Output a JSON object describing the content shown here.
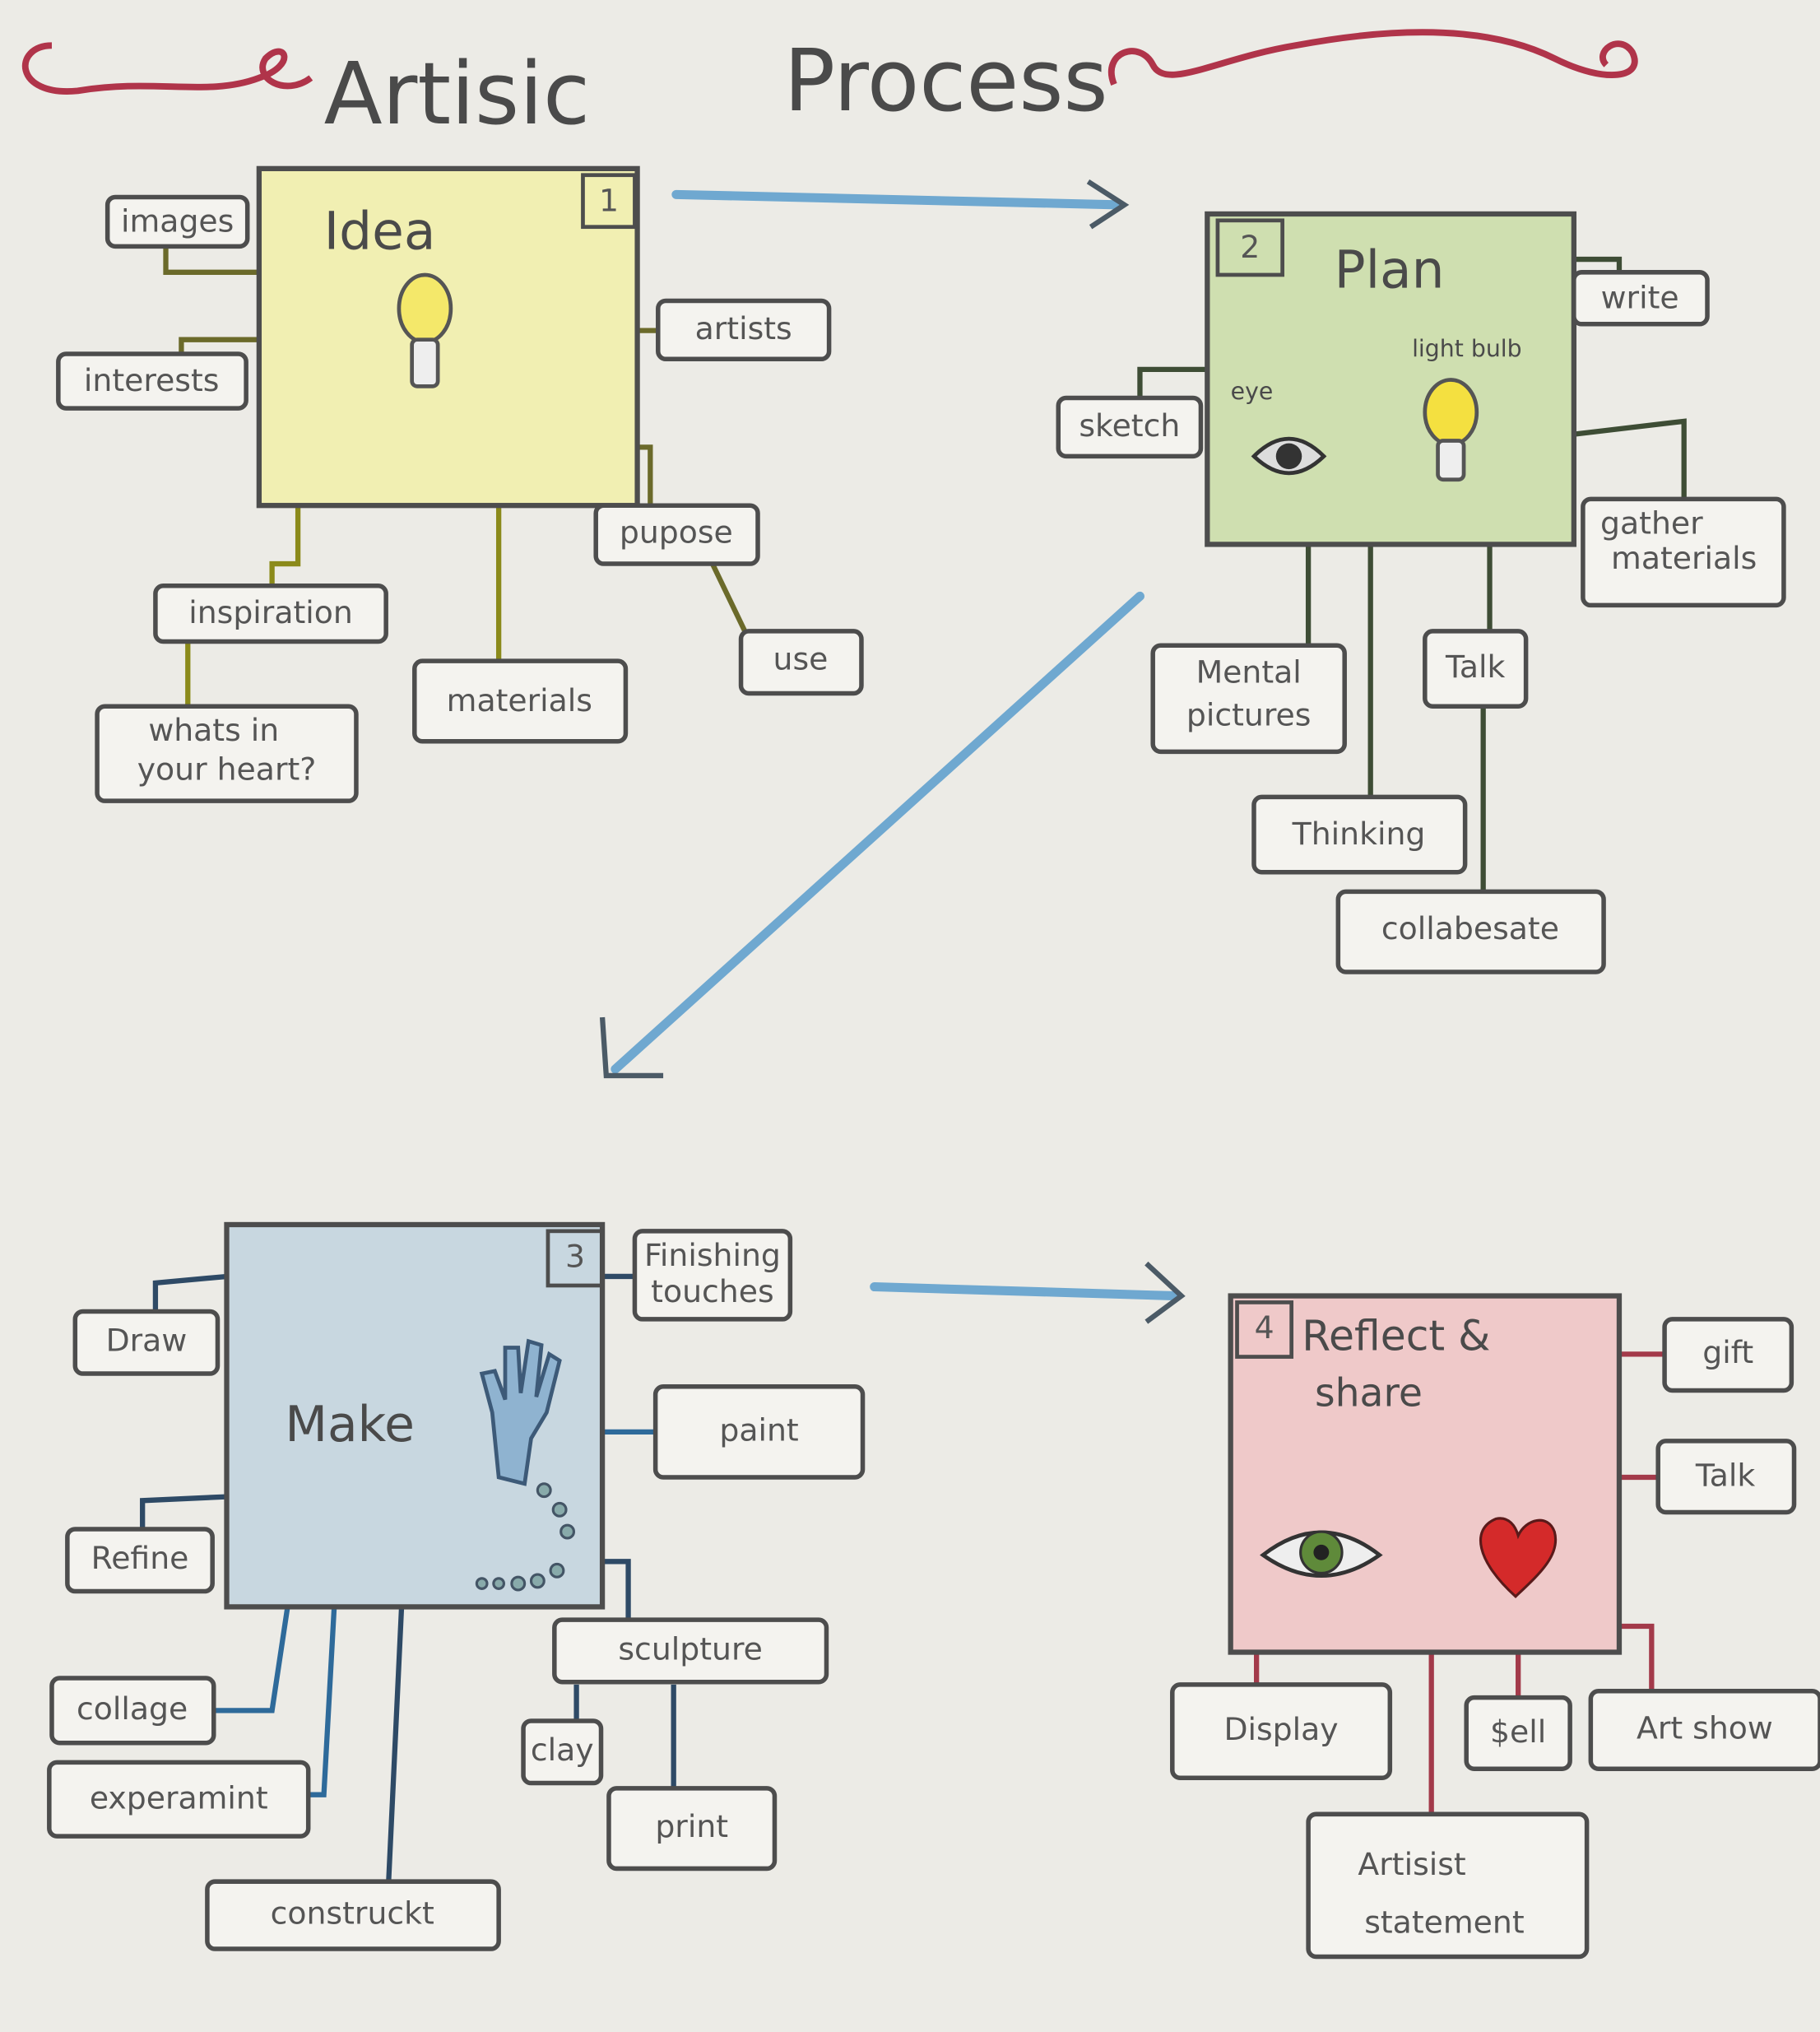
{
  "title": {
    "word1": "Artisic",
    "word2": "Process"
  },
  "colors": {
    "idea": "#f1efb2",
    "plan": "#cfdfb0",
    "make": "#c8d7e0",
    "reflect": "#efc9c9",
    "arrow": "#6fa8d0",
    "swirl": "#b0344a"
  },
  "steps": [
    {
      "number": "1",
      "title": "Idea",
      "labels": {
        "images": "images",
        "interests": "interests",
        "artists": "artists",
        "purpose": "pupose",
        "use": "use",
        "inspiration": "inspiration",
        "materials": "materials",
        "heart": [
          "whats in",
          "your heart?"
        ]
      }
    },
    {
      "number": "2",
      "title": "Plan",
      "eye_caption": "eye",
      "bulb_caption": "light bulb",
      "labels": {
        "write": "write",
        "sketch": "sketch",
        "gather": [
          "gather",
          "materials"
        ],
        "mental": [
          "Mental",
          "pictures"
        ],
        "talk": "Talk",
        "thinking": "Thinking",
        "collaborate": "collabesate"
      }
    },
    {
      "number": "3",
      "title": "Make",
      "labels": {
        "finishing": [
          "Finishing",
          "touches"
        ],
        "draw": "Draw",
        "paint": "paint",
        "refine": "Refine",
        "sculpture": "sculpture",
        "collage": "collage",
        "clay": "clay",
        "experiment": "experamint",
        "print": "print",
        "construct": "construckt"
      }
    },
    {
      "number": "4",
      "title": [
        "Reflect &",
        "share"
      ],
      "labels": {
        "gift": "gift",
        "talk": "Talk",
        "display": "Display",
        "sell": "$ell",
        "artshow": "Art show",
        "statement": [
          "Artisist",
          "statement"
        ]
      }
    }
  ]
}
